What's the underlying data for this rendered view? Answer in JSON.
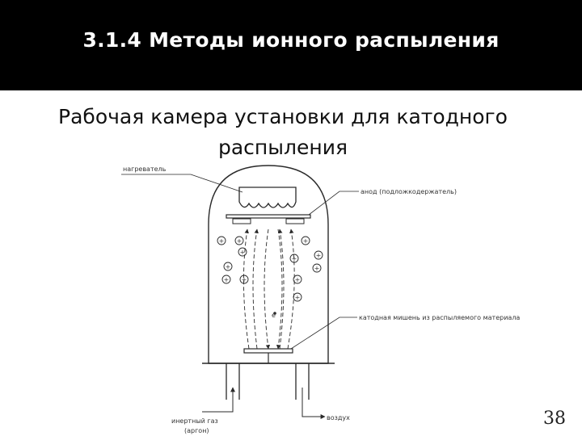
{
  "header": {
    "title": "3.1.4 Методы ионного распыления"
  },
  "slide": {
    "subtitle": "Рабочая камера установки для катодного распыления",
    "page_number": "38"
  },
  "diagram": {
    "labels": {
      "heater": "нагреватель",
      "anode": "анод (подложкодержатель)",
      "cathode": "катодная мишень из распыляемого материала",
      "inert_gas_1": "инертный газ",
      "inert_gas_2": "(аргон)",
      "air": "воздух",
      "electron": "e"
    },
    "ion_symbol": "+",
    "colors": {
      "line": "#2a2a2a",
      "header_bg": "#000000",
      "header_text": "#ffffff"
    }
  }
}
